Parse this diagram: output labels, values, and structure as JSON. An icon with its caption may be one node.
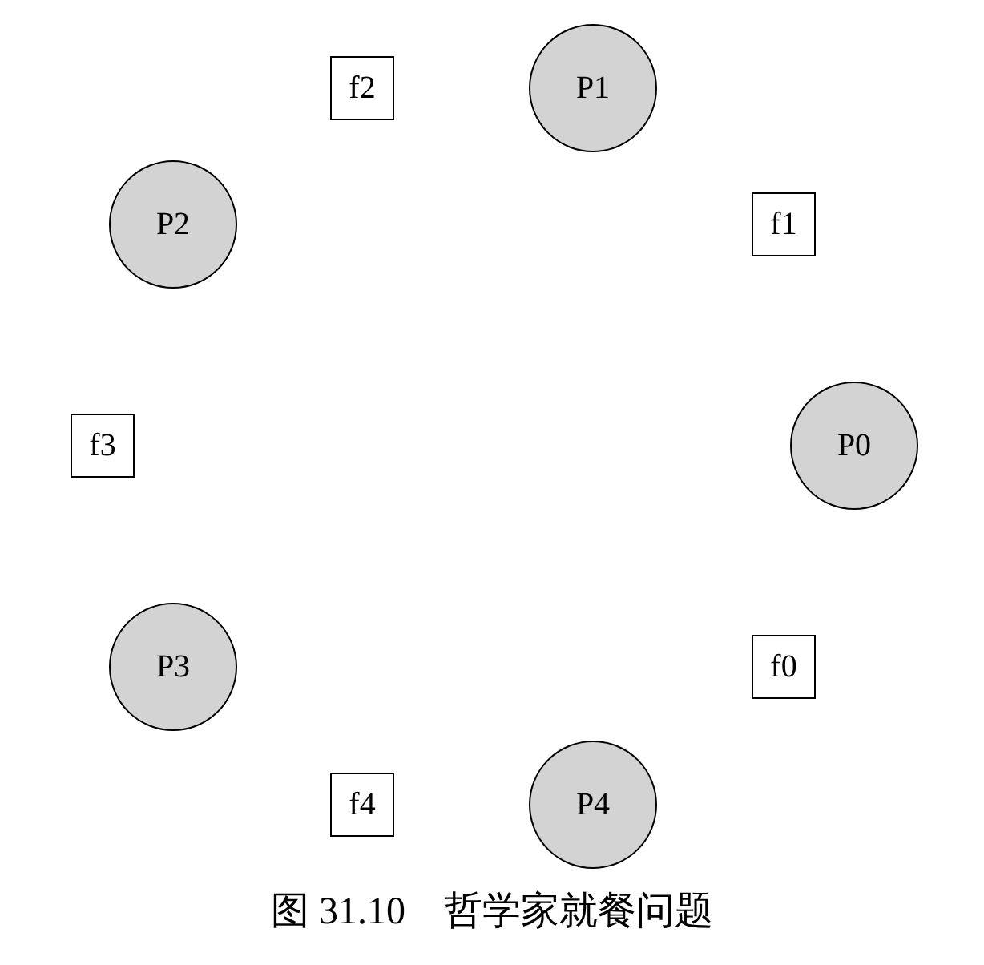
{
  "diagram": {
    "caption": "图 31.10　哲学家就餐问题",
    "nodes": [
      {
        "text": [
          "f2"
        ]
      },
      {
        "text": [
          "P1"
        ]
      },
      {
        "text": [
          "P2"
        ]
      },
      {
        "text": [
          "f1"
        ]
      },
      {
        "text": [
          "f3"
        ]
      },
      {
        "text": [
          "P0"
        ]
      },
      {
        "text": [
          "P3"
        ]
      },
      {
        "text": [
          "f0"
        ]
      },
      {
        "text": [
          "f4"
        ]
      },
      {
        "text": [
          "P4"
        ]
      }
    ]
  }
}
